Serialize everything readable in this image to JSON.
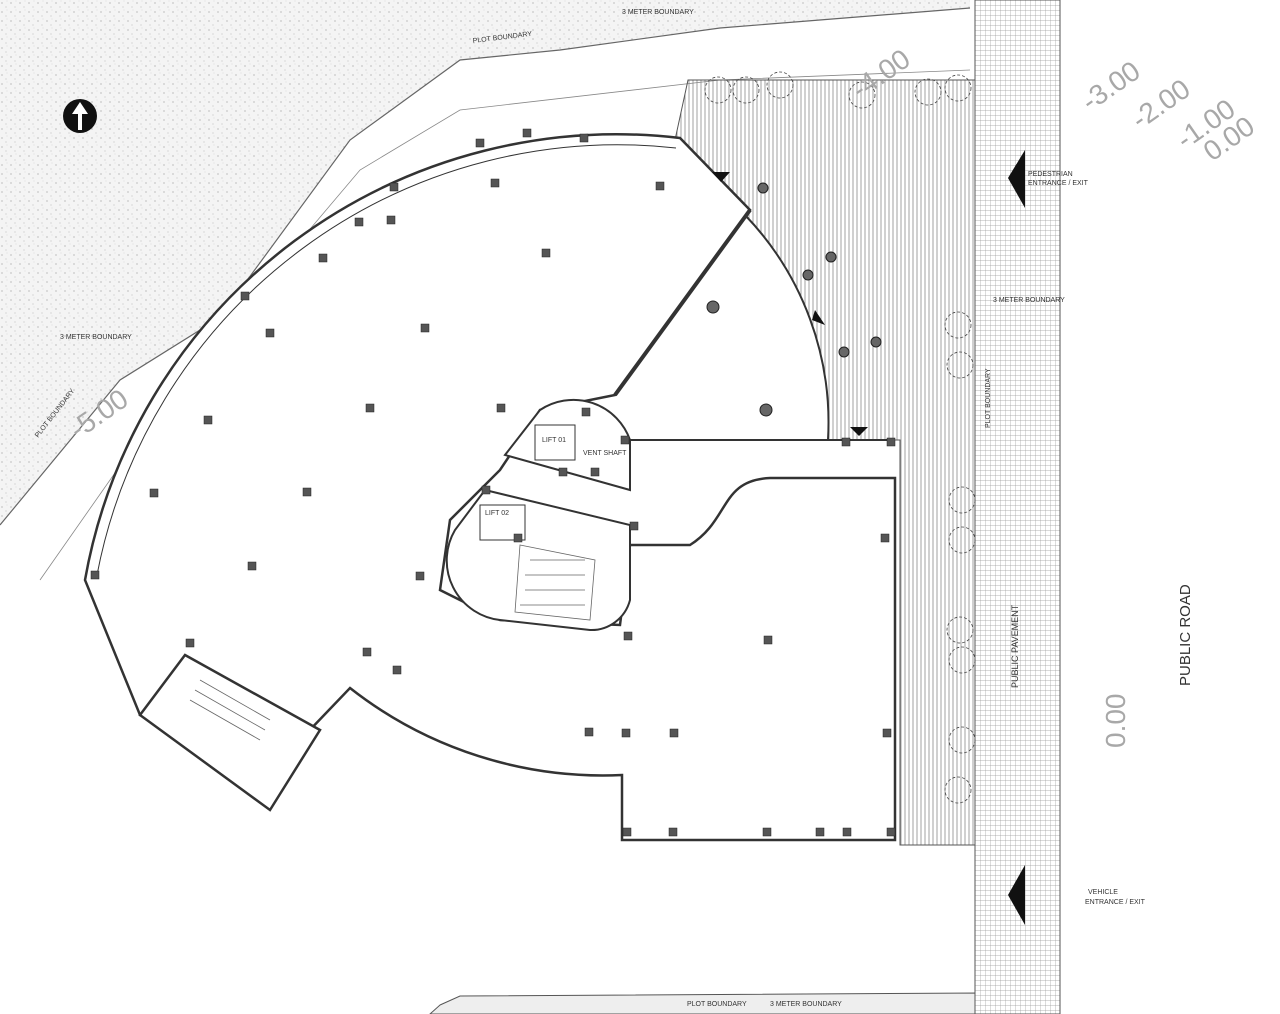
{
  "plan": {
    "labels": {
      "top_boundary_3m": "3 METER BOUNDARY",
      "top_plot_boundary": "PLOT BOUNDARY",
      "left_boundary_3m": "3 METER BOUNDARY",
      "left_plot_boundary": "PLOT BOUNDARY",
      "right_boundary_3m": "3 METER BOUNDARY",
      "right_plot_boundary": "PLOT BOUNDARY",
      "bottom_plot_boundary": "PLOT BOUNDARY",
      "bottom_boundary_3m": "3 METER BOUNDARY",
      "pedestrian_entrance": "PEDESTRIAN",
      "pedestrian_entrance_2": "ENTRANCE / EXIT",
      "vehicle_entrance": "VEHICLE",
      "vehicle_entrance_2": "ENTRANCE / EXIT",
      "public_pavement": "PUBLIC PAVEMENT",
      "public_road": "PUBLIC ROAD",
      "lift_1": "LIFT 01",
      "lift_2": "LIFT 02",
      "vent_shaft": "VENT SHAFT"
    },
    "levels": {
      "west": "-5.00",
      "north_terrace": "-4.00",
      "step_1": "-3.00",
      "step_2": "-2.00",
      "step_3": "-1.00",
      "step_4": "0.00",
      "road": "0.00"
    },
    "colors": {
      "line": "#333333",
      "level_text": "#a8a8a8",
      "hatch": "#8a8a8a"
    },
    "icons": [
      "north-arrow-icon",
      "entrance-arrow-icon",
      "tree-icon",
      "column-icon"
    ]
  }
}
